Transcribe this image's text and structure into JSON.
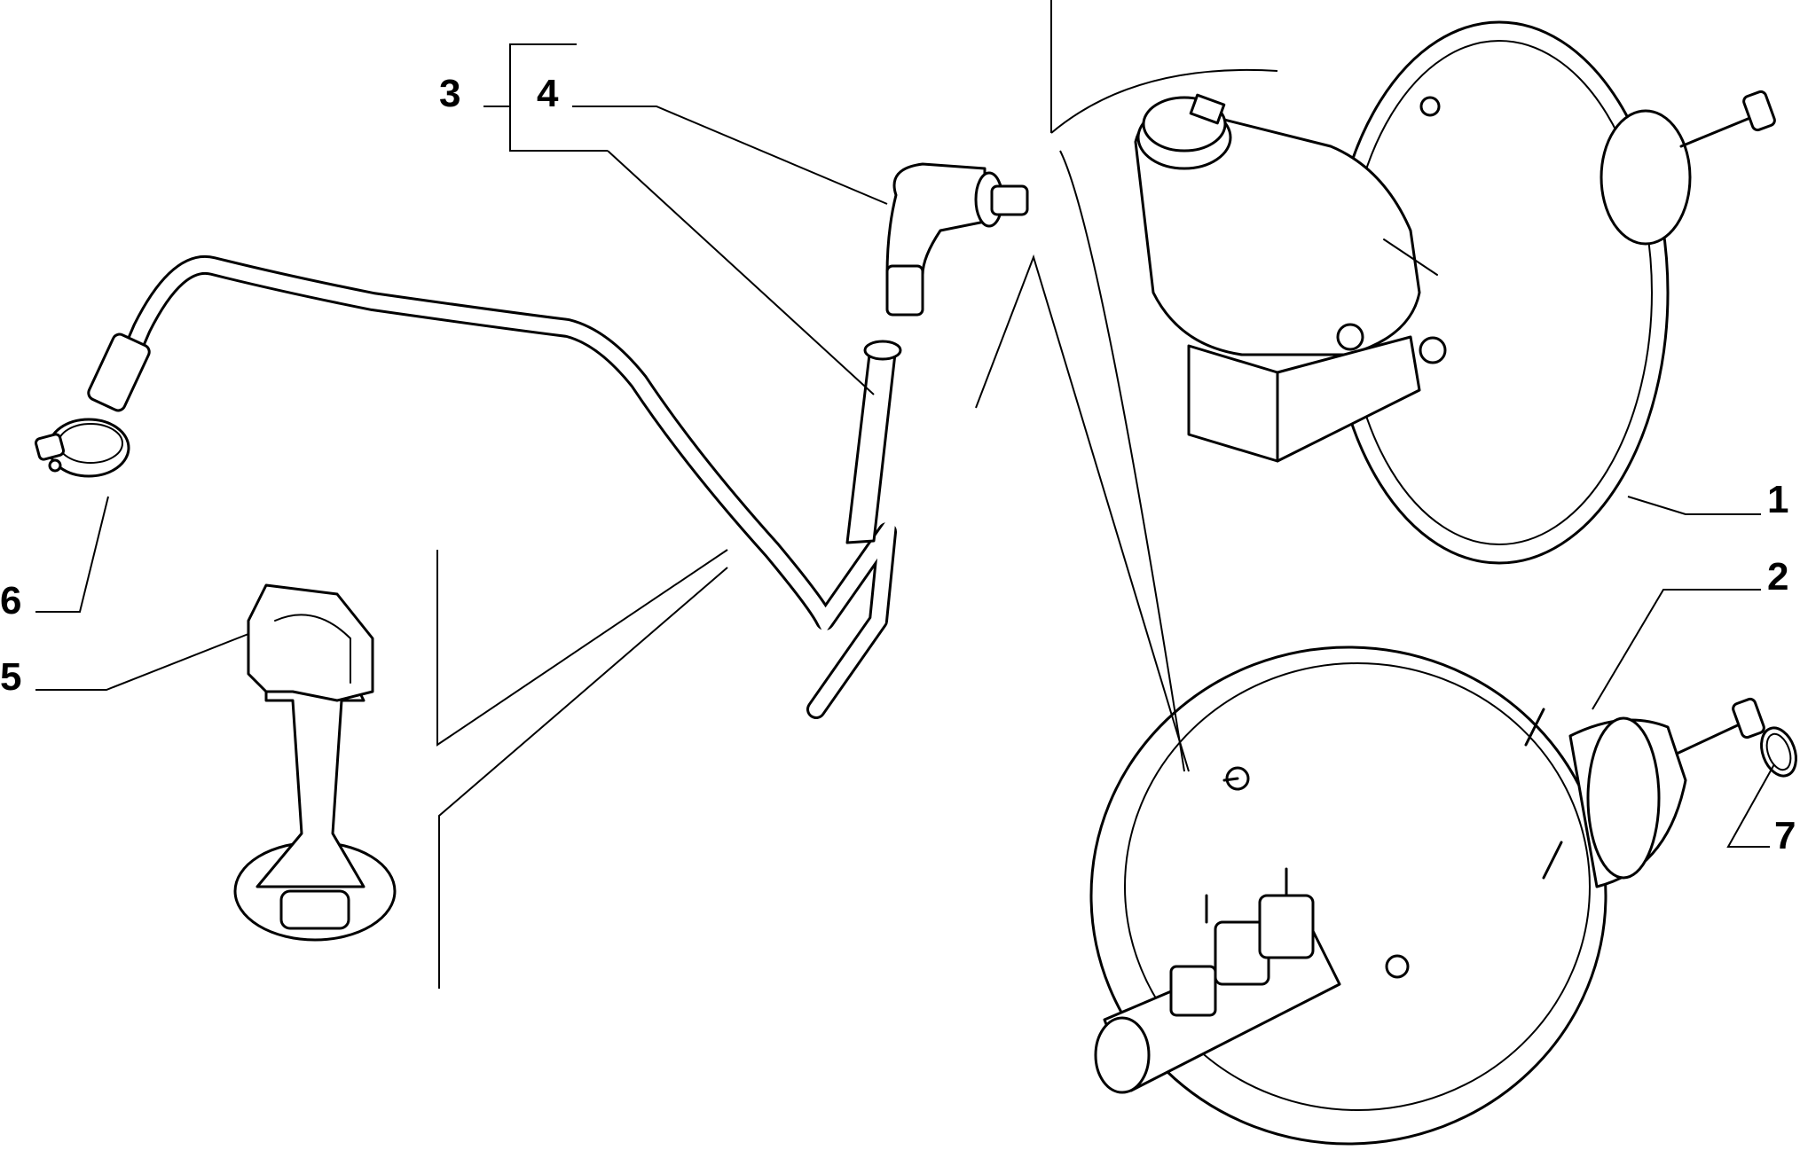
{
  "callouts": {
    "c1": "1",
    "c2": "2",
    "c3": "3",
    "c4": "4",
    "c5": "5",
    "c6": "6",
    "c7": "7"
  },
  "colors": {
    "ink": "#000000",
    "paper": "#ffffff"
  }
}
